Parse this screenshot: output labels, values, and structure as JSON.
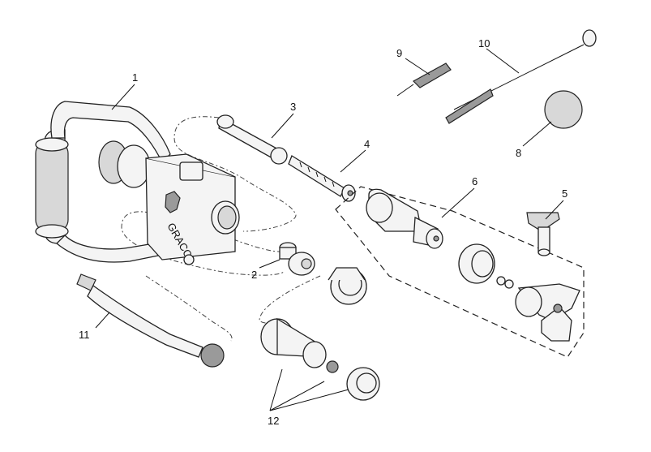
{
  "diagram": {
    "callouts": [
      {
        "id": "c1",
        "label": "1"
      },
      {
        "id": "c2",
        "label": "2"
      },
      {
        "id": "c3",
        "label": "3"
      },
      {
        "id": "c4",
        "label": "4"
      },
      {
        "id": "c5",
        "label": "5"
      },
      {
        "id": "c6",
        "label": "6"
      },
      {
        "id": "c8",
        "label": "8"
      },
      {
        "id": "c9",
        "label": "9"
      },
      {
        "id": "c10",
        "label": "10"
      },
      {
        "id": "c11",
        "label": "11"
      },
      {
        "id": "c12",
        "label": "12"
      }
    ],
    "logo_text": "GRACO"
  }
}
